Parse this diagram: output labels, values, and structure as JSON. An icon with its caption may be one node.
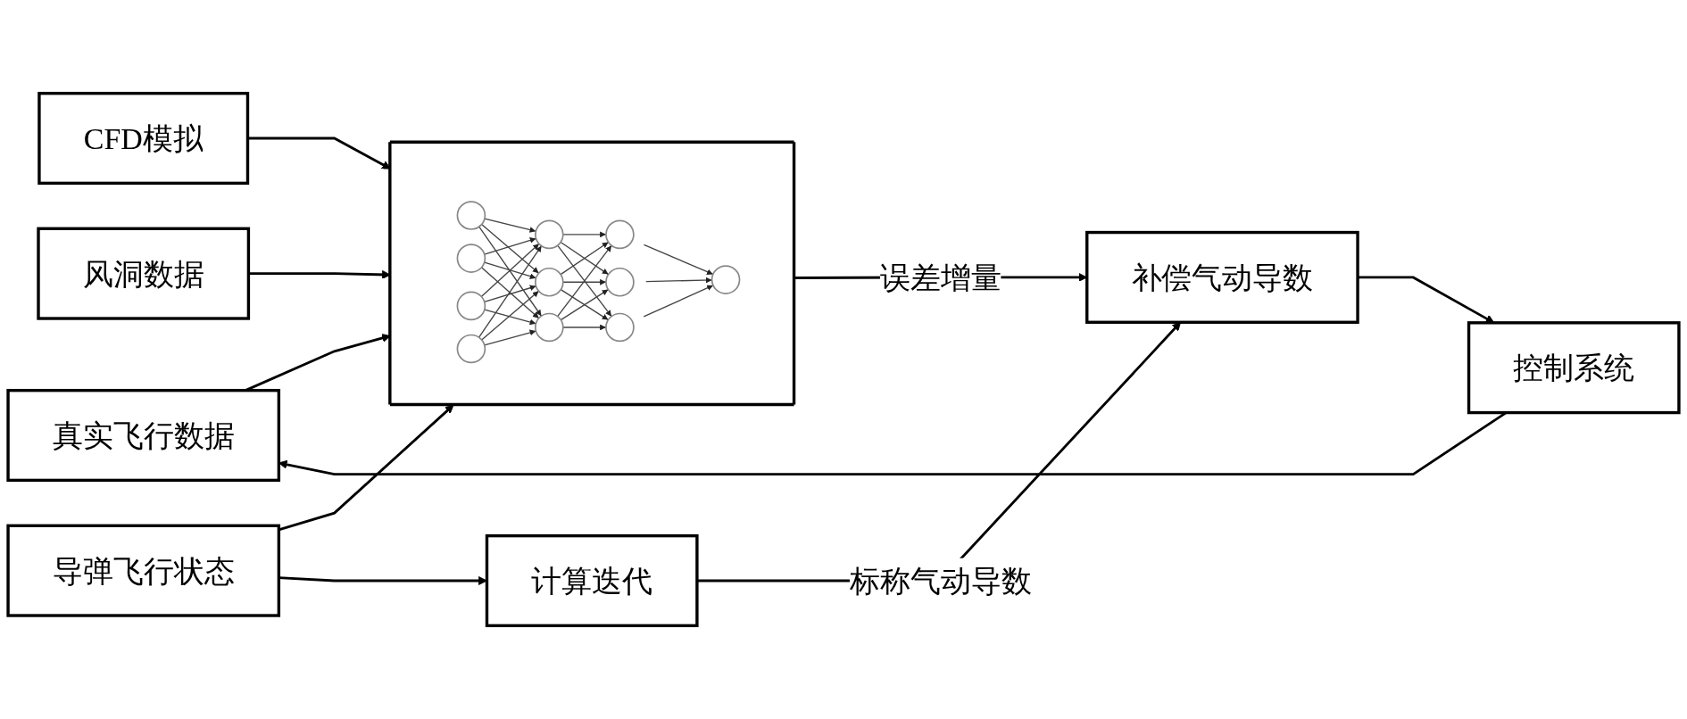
{
  "diagram": {
    "nodes": [
      {
        "text": [
          "真实飞行数据"
        ]
      },
      {
        "text": [
          "CFD模拟"
        ]
      },
      {
        "text": [
          "风洞数据"
        ]
      },
      {
        "text": [
          "导弹飞行状态"
        ]
      },
      {
        "text": [],
        "shape": "picture"
      },
      {
        "text": [
          "计算迭代"
        ]
      },
      {
        "text": [
          "控制系统"
        ]
      },
      {
        "text": [
          "补偿气动导数"
        ]
      }
    ],
    "edges": [
      {
        "from": 0,
        "to": 4,
        "arrow": "to"
      },
      {
        "from": 1,
        "to": 4,
        "arrow": "to"
      },
      {
        "from": 2,
        "to": 4,
        "arrow": "to"
      },
      {
        "from": 3,
        "to": 4,
        "arrow": "to"
      },
      {
        "from": 3,
        "to": 5,
        "arrow": "to"
      },
      {
        "from": 4,
        "to": 7,
        "label": "误差增量",
        "arrow": "to"
      },
      {
        "from": 5,
        "to": 7,
        "label": "标称气动导数",
        "arrow": "to"
      },
      {
        "from": 7,
        "to": 6,
        "arrow": "to"
      },
      {
        "from": 6,
        "to": 0,
        "arrow": "to"
      }
    ]
  }
}
